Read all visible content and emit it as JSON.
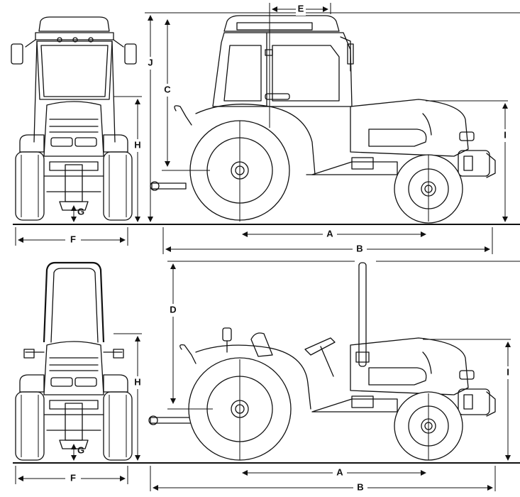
{
  "labels": {
    "A": "A",
    "B": "B",
    "C": "C",
    "D": "D",
    "E": "E",
    "F": "F",
    "G": "G",
    "H": "H",
    "I": "I",
    "J": "J"
  },
  "views": [
    "cab-front-view",
    "cab-side-view",
    "rops-front-view",
    "rops-side-view"
  ],
  "colors": {
    "line": "#111111",
    "background": "#ffffff"
  }
}
